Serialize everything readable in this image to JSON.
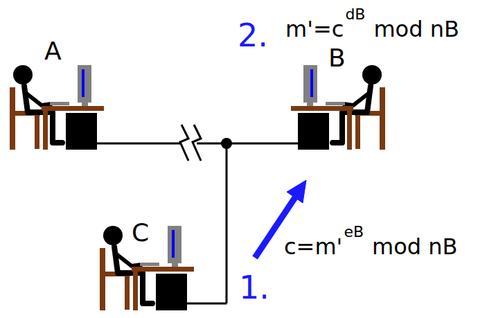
{
  "diagram": {
    "labels": [
      "A",
      "B",
      "C",
      "2.",
      "m'=c",
      "dB",
      "mod nB",
      "1.",
      "c=m'",
      "eB",
      "mod nB"
    ]
  }
}
